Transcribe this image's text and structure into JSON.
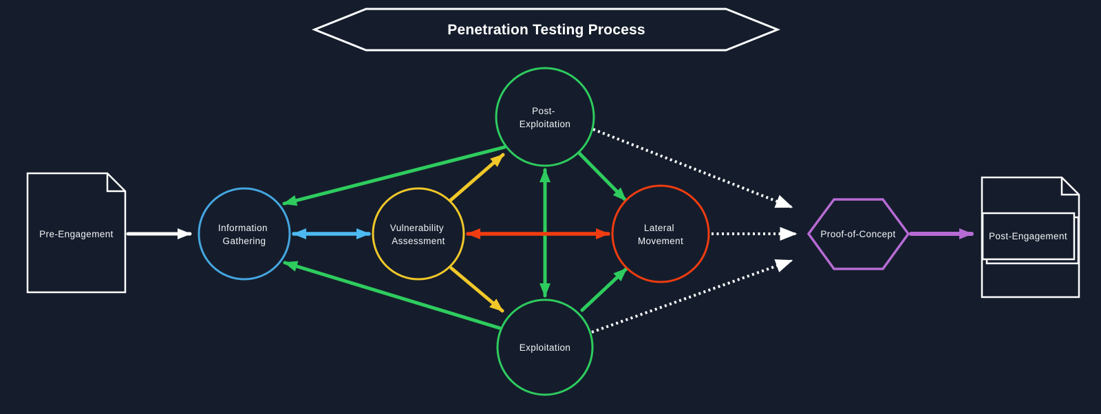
{
  "title": "Penetration Testing Process",
  "colors": {
    "background": "#151d2c",
    "white": "#ffffff",
    "blue_node": "#45a6e0",
    "blue_arrow": "#4db9f2",
    "yellow": "#f1c829",
    "green": "#2ecc5e",
    "red": "#f03c10",
    "purple": "#b76bd4",
    "text": "#f2f4f6"
  },
  "nodes": {
    "pre_engagement": {
      "label": "Pre-Engagement",
      "shape": "document"
    },
    "information_gathering": {
      "line1": "Information",
      "line2": "Gathering",
      "shape": "circle"
    },
    "vulnerability_assessment": {
      "line1": "Vulnerability",
      "line2": "Assessment",
      "shape": "circle"
    },
    "post_exploitation": {
      "line1": "Post-",
      "line2": "Exploitation",
      "shape": "circle"
    },
    "exploitation": {
      "label": "Exploitation",
      "shape": "circle"
    },
    "lateral_movement": {
      "line1": "Lateral",
      "line2": "Movement",
      "shape": "circle"
    },
    "proof_of_concept": {
      "label": "Proof-of-Concept",
      "shape": "hexagon"
    },
    "post_engagement": {
      "label": "Post-Engagement",
      "shape": "document-with-label-box"
    }
  },
  "connections": [
    {
      "from": "Pre-Engagement",
      "to": "Information Gathering",
      "style": "solid",
      "color": "#ffffff",
      "direction": "one-way"
    },
    {
      "from": "Information Gathering",
      "to": "Vulnerability Assessment",
      "style": "solid",
      "color": "#4db9f2",
      "direction": "two-way"
    },
    {
      "from": "Vulnerability Assessment",
      "to": "Post-Exploitation",
      "style": "solid",
      "color": "#f1c829",
      "direction": "one-way"
    },
    {
      "from": "Vulnerability Assessment",
      "to": "Exploitation",
      "style": "solid",
      "color": "#f1c829",
      "direction": "one-way"
    },
    {
      "from": "Vulnerability Assessment",
      "to": "Lateral Movement",
      "style": "solid",
      "color": "#f03c10",
      "direction": "two-way"
    },
    {
      "from": "Post-Exploitation",
      "to": "Exploitation",
      "style": "solid",
      "color": "#2ecc5e",
      "direction": "two-way"
    },
    {
      "from": "Post-Exploitation",
      "to": "Information Gathering",
      "style": "solid",
      "color": "#2ecc5e",
      "direction": "one-way"
    },
    {
      "from": "Exploitation",
      "to": "Information Gathering",
      "style": "solid",
      "color": "#2ecc5e",
      "direction": "one-way"
    },
    {
      "from": "Post-Exploitation",
      "to": "Lateral Movement",
      "style": "solid",
      "color": "#2ecc5e",
      "direction": "one-way"
    },
    {
      "from": "Exploitation",
      "to": "Lateral Movement",
      "style": "solid",
      "color": "#2ecc5e",
      "direction": "one-way"
    },
    {
      "from": "Post-Exploitation",
      "to": "Proof-of-Concept",
      "style": "dotted",
      "color": "#ffffff",
      "direction": "one-way"
    },
    {
      "from": "Lateral Movement",
      "to": "Proof-of-Concept",
      "style": "dotted",
      "color": "#ffffff",
      "direction": "one-way"
    },
    {
      "from": "Exploitation",
      "to": "Proof-of-Concept",
      "style": "dotted",
      "color": "#ffffff",
      "direction": "one-way"
    },
    {
      "from": "Proof-of-Concept",
      "to": "Post-Engagement",
      "style": "solid",
      "color": "#b76bd4",
      "direction": "one-way"
    }
  ]
}
